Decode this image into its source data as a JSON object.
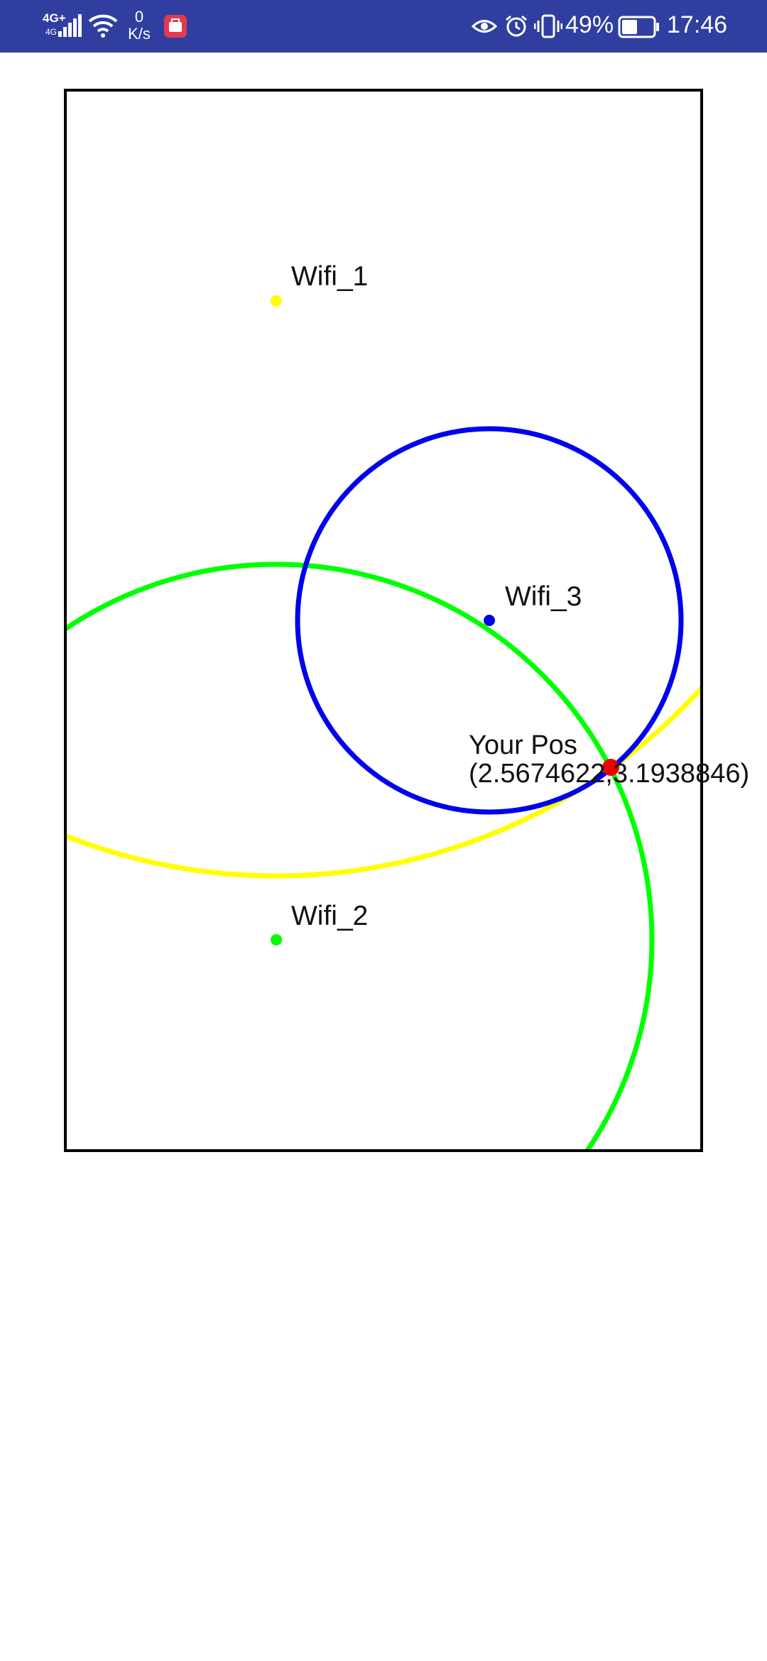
{
  "status_bar": {
    "network_type": "4G+",
    "network_sub": "4G",
    "speed_value": "0",
    "speed_unit": "K/s",
    "battery_percent": "49%",
    "battery_level": 0.49,
    "time": "17:46",
    "background_color": "#303f9f",
    "icons": [
      "signal-icon",
      "wifi-icon",
      "app-notification-icon",
      "eye-comfort-icon",
      "alarm-icon",
      "vibrate-icon",
      "battery-icon"
    ]
  },
  "map": {
    "border_color": "#000000",
    "access_points": [
      {
        "id": "wifi1",
        "label": "Wifi_1",
        "color": "#ffff00"
      },
      {
        "id": "wifi2",
        "label": "Wifi_2",
        "color": "#00ff00"
      },
      {
        "id": "wifi3",
        "label": "Wifi_3",
        "color": "#0000ee"
      }
    ],
    "position": {
      "title": "Your Pos",
      "coords": "(2.5674622,3.1938846)",
      "marker_color": "#ee0000"
    }
  }
}
